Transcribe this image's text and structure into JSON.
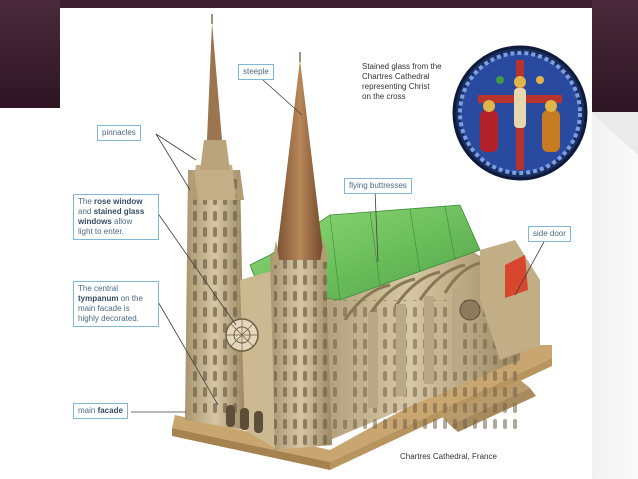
{
  "labels": {
    "steeple": "steeple",
    "pinnacles": "pinnacles",
    "flying_buttresses": "flying buttresses",
    "side_door": "side door",
    "main_facade_pre": "main ",
    "main_facade_bold": "facade",
    "rose_1": "The ",
    "rose_2": "rose window",
    "rose_3": "and ",
    "rose_4": "stained glass",
    "rose_5": "windows",
    "rose_6": " allow",
    "rose_7": "light to enter.",
    "tymp_1": "The central",
    "tymp_2": "tympanum",
    "tymp_3": " on the",
    "tymp_4": "main facade is",
    "tymp_5": "highly decorated."
  },
  "stained_glass_caption": [
    "Stained glass from the",
    "Chartres Cathedral",
    "representing Christ",
    "on the cross"
  ],
  "footer_caption": "Chartres Cathedral, France",
  "colors": {
    "dark_band": "#3c1f30",
    "label_border": "#7fb7d6",
    "roof_green": "#6cc25a",
    "stone": "#c9b690",
    "spire": "#a9784a"
  }
}
